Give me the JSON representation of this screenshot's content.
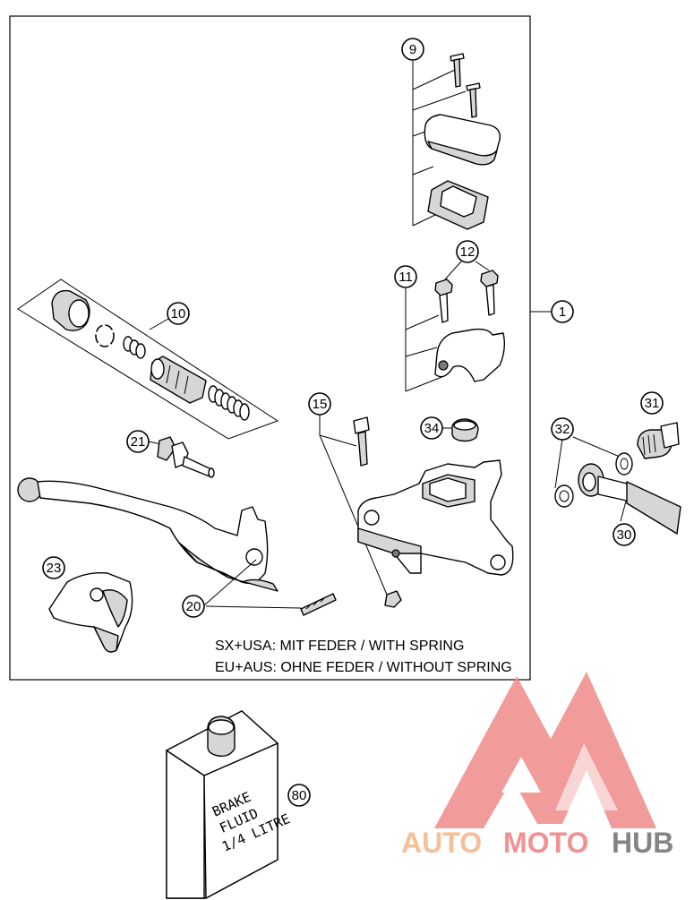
{
  "callouts": [
    {
      "label": "9"
    },
    {
      "label": "12"
    },
    {
      "label": "11"
    },
    {
      "label": "1"
    },
    {
      "label": "10"
    },
    {
      "label": "15"
    },
    {
      "label": "34"
    },
    {
      "label": "31"
    },
    {
      "label": "32"
    },
    {
      "label": "21"
    },
    {
      "label": "30"
    },
    {
      "label": "23"
    },
    {
      "label": "20"
    },
    {
      "label": "80"
    }
  ],
  "notes": {
    "line1": "SX+USA:  MIT FEDER / WITH SPRING",
    "line2": "EU+AUS:  OHNE FEDER / WITHOUT SPRING"
  },
  "bottle": {
    "line1": "BRAKE",
    "line2": "FLUID",
    "line3": "1/4 LITRE"
  },
  "watermark": {
    "part1": "AUTO",
    "part2": "MOTO",
    "part3": "HUB",
    "colors": {
      "auto": "#f5b585",
      "moto": "#ef7f7f",
      "hub": "#707070",
      "mark": "#f08a8a"
    }
  }
}
